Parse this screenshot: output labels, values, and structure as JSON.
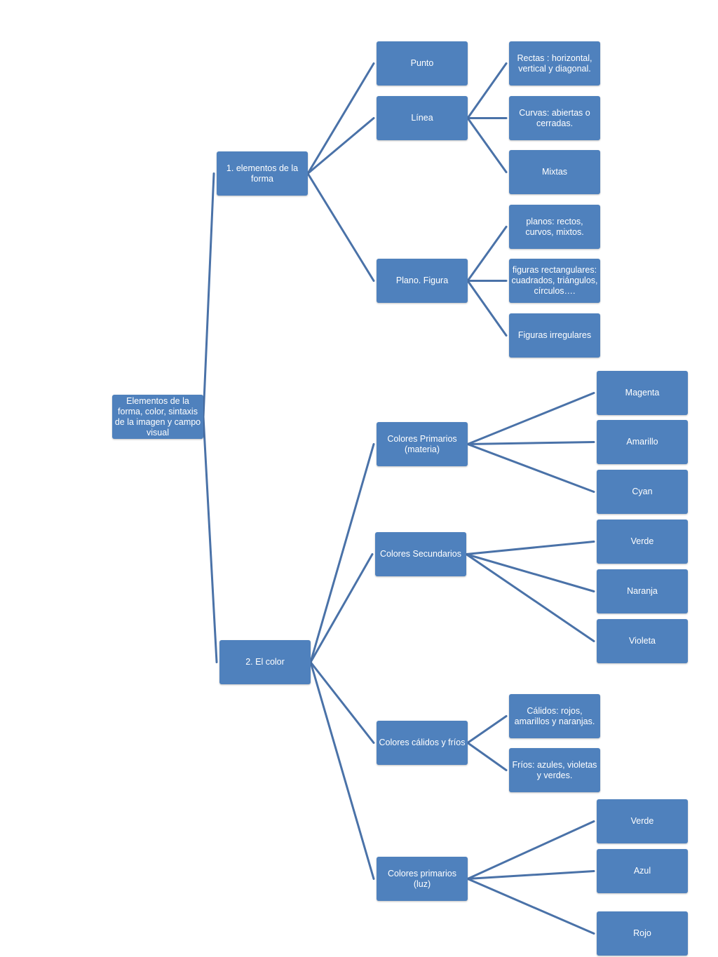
{
  "colors": {
    "node_fill": "#4f81bd",
    "connector": "#4a72a8",
    "node_text": "#ffffff",
    "background": "#ffffff"
  },
  "nodes": {
    "root": "Elementos de la forma, color, sintaxis de la imagen y campo visual",
    "forma": "1. elementos de la forma",
    "color": "2. El color",
    "punto": "Punto",
    "linea": "Línea",
    "plano": "Plano. Figura",
    "rectas": "Rectas : horizontal, vertical y diagonal.",
    "curvas": "Curvas: abiertas o cerradas.",
    "mixtas": "Mixtas",
    "planos": "planos: rectos, curvos, mixtos.",
    "figrect": "figuras rectangulares: cuadrados, triángulos, círculos….",
    "figirr": "Figuras irregulares",
    "cprim": "Colores Primarios (materia)",
    "csec": "Colores Secundarios",
    "ccal": "Colores cálidos y fríos",
    "cluz": "Colores primarios (luz)",
    "magenta": "Magenta",
    "amarillo": "Amarillo",
    "cyan": "Cyan",
    "verde1": "Verde",
    "naranja": "Naranja",
    "violeta": "Violeta",
    "calidos": "Cálidos: rojos, amarillos y naranjas.",
    "frios": "Fríos: azules, violetas y verdes.",
    "verde2": "Verde",
    "azul": "Azul",
    "rojo": "Rojo"
  },
  "edges": [
    [
      "root",
      "forma"
    ],
    [
      "root",
      "color"
    ],
    [
      "forma",
      "punto"
    ],
    [
      "forma",
      "linea"
    ],
    [
      "forma",
      "plano"
    ],
    [
      "linea",
      "rectas"
    ],
    [
      "linea",
      "curvas"
    ],
    [
      "linea",
      "mixtas"
    ],
    [
      "plano",
      "planos"
    ],
    [
      "plano",
      "figrect"
    ],
    [
      "plano",
      "figirr"
    ],
    [
      "color",
      "cprim"
    ],
    [
      "color",
      "csec"
    ],
    [
      "color",
      "ccal"
    ],
    [
      "color",
      "cluz"
    ],
    [
      "cprim",
      "magenta"
    ],
    [
      "cprim",
      "amarillo"
    ],
    [
      "cprim",
      "cyan"
    ],
    [
      "csec",
      "verde1"
    ],
    [
      "csec",
      "naranja"
    ],
    [
      "csec",
      "violeta"
    ],
    [
      "ccal",
      "calidos"
    ],
    [
      "ccal",
      "frios"
    ],
    [
      "cluz",
      "verde2"
    ],
    [
      "cluz",
      "azul"
    ],
    [
      "cluz",
      "rojo"
    ]
  ]
}
